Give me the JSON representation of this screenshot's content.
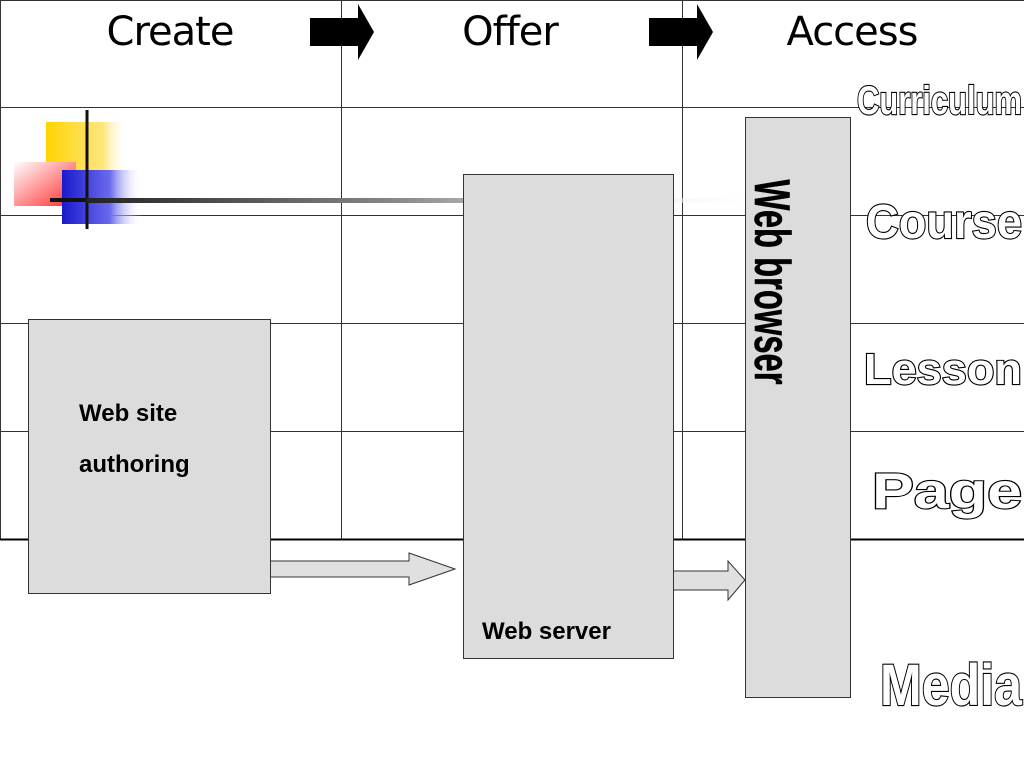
{
  "headers": {
    "create": "Create",
    "offer": "Offer",
    "access": "Access"
  },
  "levels": {
    "curriculum": "Curriculum",
    "course": "Course",
    "lesson": "Lesson",
    "page": "Page",
    "media": "Media"
  },
  "boxes": {
    "authoring_line1": "Web site",
    "authoring_line2": "authoring",
    "web_server": "Web server",
    "web_browser": "Web browser"
  },
  "colors": {
    "box_fill": "#dcdcdc",
    "grid_line": "#333333",
    "deco_yellow": "#ffd700",
    "deco_red": "#ff3030",
    "deco_blue": "#2020cc"
  }
}
